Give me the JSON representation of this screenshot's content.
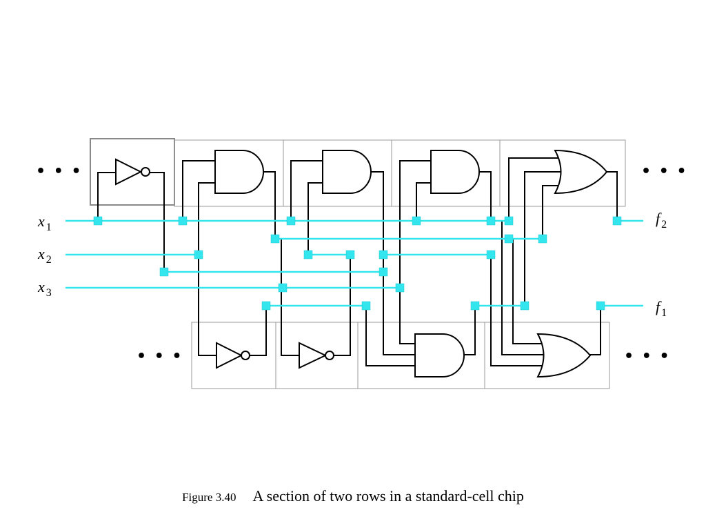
{
  "signals": {
    "x1": {
      "letter": "x",
      "sub": "1"
    },
    "x2": {
      "letter": "x",
      "sub": "2"
    },
    "x3": {
      "letter": "x",
      "sub": "3"
    },
    "f2": {
      "letter": "f",
      "sub": "2"
    },
    "f1": {
      "letter": "f",
      "sub": "1"
    }
  },
  "continuation_dots": "• • •",
  "colors": {
    "routing": "#33e6ee",
    "cell_border": "#999999"
  },
  "caption": {
    "number": "Figure 3.40",
    "text": "A section of two rows in a standard-cell chip"
  }
}
